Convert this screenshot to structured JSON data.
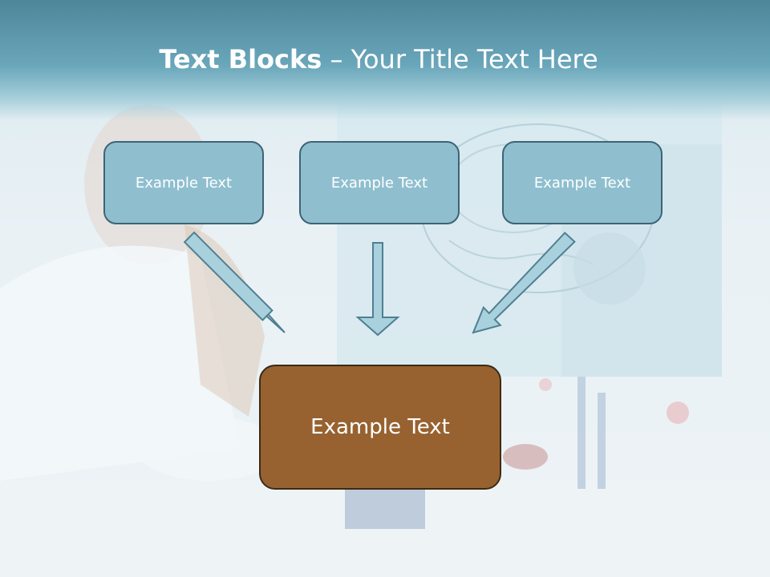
{
  "title": {
    "bold": "Text Blocks",
    "rest": " – Your Title Text Here"
  },
  "boxes": {
    "top": [
      "Example Text",
      "Example Text",
      "Example Text"
    ],
    "bottom": "Example Text"
  },
  "colors": {
    "title_band": "#6aa7bb",
    "top_box_fill": "#8fbfcf",
    "top_box_border": "#3d6475",
    "arrow_fill": "#a9d0dd",
    "arrow_stroke": "#4f7f91",
    "bottom_box_fill": "#976230",
    "bottom_box_border": "#3b2a16"
  }
}
